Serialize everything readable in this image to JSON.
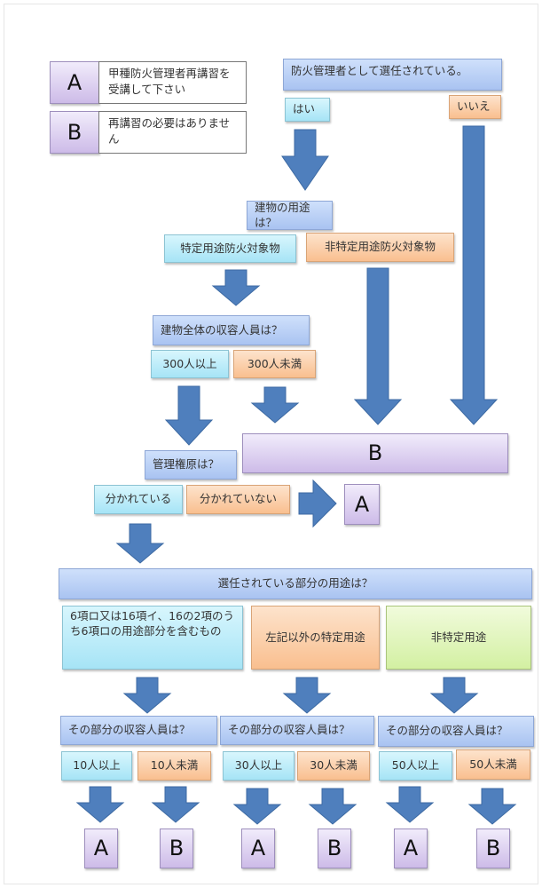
{
  "legend": [
    {
      "key": "A",
      "text": "甲種防火管理者再講習を受講して下さい"
    },
    {
      "key": "B",
      "text": "再講習の必要はありません"
    }
  ],
  "q1": {
    "question": "防火管理者として選任されている。",
    "yes": "はい",
    "no": "いいえ"
  },
  "q2": {
    "question": "建物の用途は？",
    "yes": "特定用途防火対象物",
    "no": "非特定用途防火対象物"
  },
  "q3": {
    "question": "建物全体の収容人員は？",
    "yes": "300人以上",
    "no": "300人未満"
  },
  "result_b_wide": "B",
  "q4": {
    "question": "管理権原は？",
    "yes": "分かれている",
    "no": "分かれていない",
    "result": "A"
  },
  "q5": {
    "question": "選任されている部分の用途は？",
    "options": [
      "6項ロ又は16項イ、16の2項のうち6項ロの用途部分を含むもの",
      "左記以外の特定用途",
      "非特定用途"
    ]
  },
  "branches": [
    {
      "question": "その部分の収容人員は？",
      "yes": "10人以上",
      "no": "10人未満",
      "yes_result": "A",
      "no_result": "B"
    },
    {
      "question": "その部分の収容人員は？",
      "yes": "30人以上",
      "no": "30人未満",
      "yes_result": "A",
      "no_result": "B"
    },
    {
      "question": "その部分の収容人員は？",
      "yes": "50人以上",
      "no": "50人未満",
      "yes_result": "A",
      "no_result": "B"
    }
  ],
  "colors": {
    "arrow": "#4f7fbd",
    "question_box": "#bcd1f6",
    "yes_box": "#bdeaf8",
    "no_box": "#fbd0ad",
    "result_box": "#ddd0f1",
    "non_specific_box": "#e2f5bd"
  }
}
